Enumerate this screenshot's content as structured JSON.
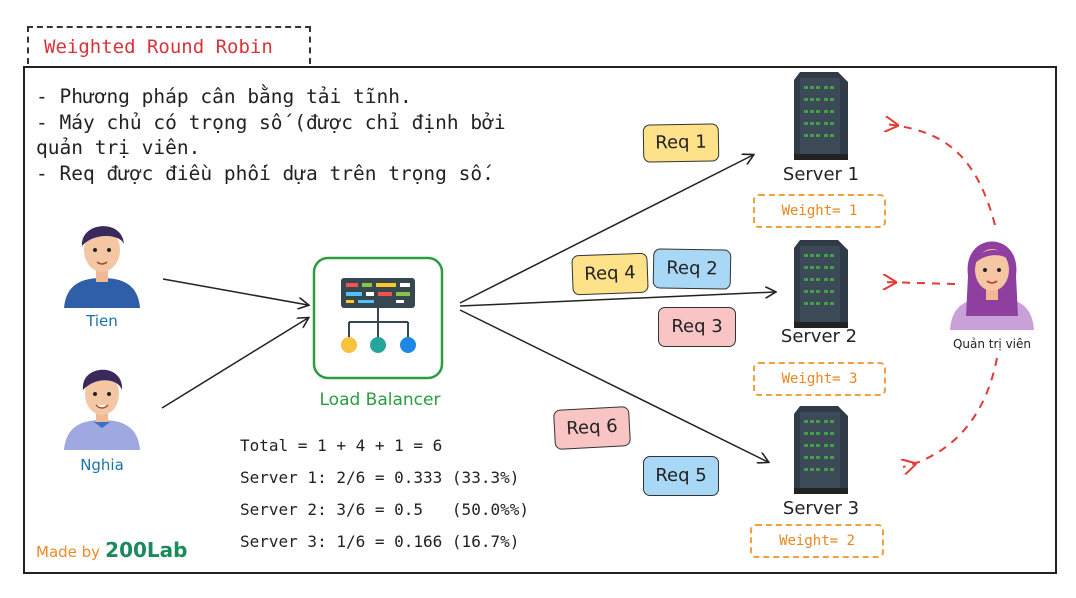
{
  "title": "Weighted Round Robin",
  "bullets": [
    "- Phương pháp cân bằng tải tĩnh.",
    "- Máy chủ có trọng số (được chỉ định bởi quản trị viên.",
    "- Req được điều phối dựa trên trọng số."
  ],
  "clients": [
    {
      "name": "Tien"
    },
    {
      "name": "Nghia"
    }
  ],
  "load_balancer": {
    "label": "Load Balancer"
  },
  "requests": [
    {
      "label": "Req 1",
      "color": "#fde28a"
    },
    {
      "label": "Req 2",
      "color": "#a8d8f5"
    },
    {
      "label": "Req 3",
      "color": "#f8c4c4"
    },
    {
      "label": "Req 4",
      "color": "#fde28a"
    },
    {
      "label": "Req 5",
      "color": "#a8d8f5"
    },
    {
      "label": "Req 6",
      "color": "#f8c4c4"
    }
  ],
  "servers": [
    {
      "name": "Server 1",
      "weight": "Weight= 1"
    },
    {
      "name": "Server 2",
      "weight": "Weight= 3"
    },
    {
      "name": "Server 3",
      "weight": "Weight= 2"
    }
  ],
  "admin": {
    "label": "Quản trị viên"
  },
  "stats": [
    "Total = 1 + 4 + 1 = 6",
    "Server 1: 2/6 = 0.333 (33.3%)",
    "Server 2: 3/6 = 0.5   (50.0%%)",
    "Server 3: 1/6 = 0.166 (16.7%)"
  ],
  "credit": {
    "prefix": "Made by",
    "brand": "200Lab"
  },
  "colors": {
    "title": "#d9333a",
    "lb_border": "#2a9d3f",
    "lb_label": "#2a9d3f",
    "client_label": "#1a73a8",
    "admin_arrow": "#e53935",
    "weight": "#e8871e",
    "credit_prefix": "#f08a24",
    "credit_brand": "#1b8a5a"
  }
}
